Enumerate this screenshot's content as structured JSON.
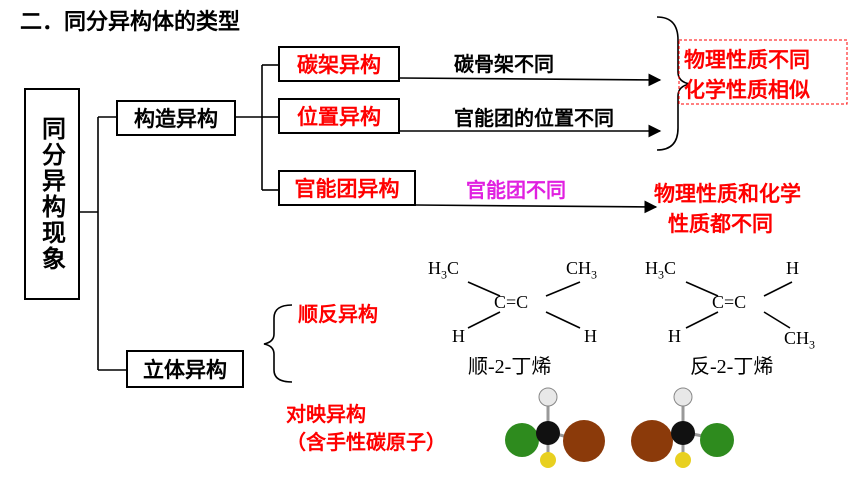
{
  "title": "二．同分异构体的类型",
  "root_label": "同分异构现象",
  "branch_structural": "构造异构",
  "branch_stereo": "立体异构",
  "carbon_skeleton": "碳架异构",
  "position_isomer": "位置异构",
  "functional_group_isomer": "官能团异构",
  "desc_carbon_skeleton": "碳骨架不同",
  "desc_position": "官能团的位置不同",
  "desc_functional_group": "官能团不同",
  "result_same_chem": {
    "line1": "物理性质不同",
    "line2": "化学性质相似"
  },
  "result_diff_all": {
    "line1": "物理性质和化学",
    "line2": "性质都不同"
  },
  "cis_trans": "顺反异构",
  "enantiomer": {
    "line1": "对映异构",
    "line2": "（含手性碳原子）"
  },
  "cis_molecule": {
    "tl": "H3C",
    "tr": "CH3",
    "center": "C=C",
    "bl": "H",
    "br": "H",
    "caption": "顺-2-丁烯"
  },
  "trans_molecule": {
    "tl": "H3C",
    "tr": "H",
    "center": "C=C",
    "bl": "H",
    "br": "CH3",
    "caption": "反-2-丁烯"
  },
  "colors": {
    "red": "#ff0000",
    "magenta": "#e020e0",
    "atom_green": "#2e8b1e",
    "atom_brown": "#8b3a0a",
    "atom_yellow": "#e8d020",
    "atom_black": "#111111",
    "atom_white": "#e8e8e8"
  }
}
